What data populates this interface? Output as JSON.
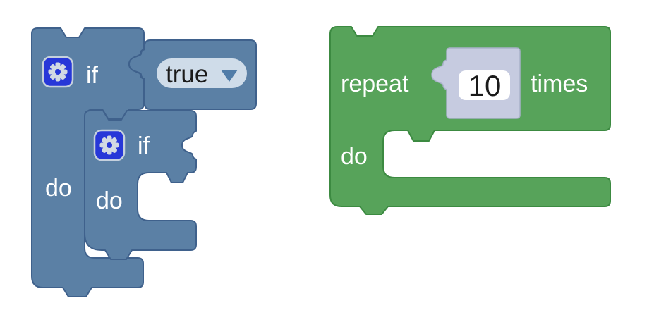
{
  "workspace": {
    "background": "#ffffff"
  },
  "colors": {
    "logic_block_fill": "#5b80a5",
    "logic_block_border": "#3f618c",
    "loop_block_fill": "#57a35a",
    "loop_block_border": "#3c8a41",
    "mutator_icon_fill": "#2737d8",
    "mutator_icon_border": "#c5d0dd",
    "mutator_gear_glyph": "#d2d9e3",
    "dropdown_fill": "#cfdce9",
    "dropdown_text": "#1a1a1a",
    "dropdown_arrow": "#507ca8",
    "shadow_block_fill": "#c6cbe0",
    "shadow_block_border": "#a9b1c9",
    "field_fill": "#ffffff",
    "field_text": "#1a1a1a",
    "label_text": "#ffffff"
  },
  "outer_if_block": {
    "kind": "controls_if",
    "if_label": "if",
    "do_label": "do",
    "mutator_icon": "gear-icon",
    "condition_block": {
      "kind": "logic_boolean",
      "dropdown_value": "true",
      "dropdown_icon": "chevron-down-icon"
    }
  },
  "inner_if_block": {
    "kind": "controls_if",
    "if_label": "if",
    "do_label": "do",
    "mutator_icon": "gear-icon",
    "condition_block": null,
    "nested_statement": null
  },
  "repeat_block": {
    "kind": "controls_repeat",
    "repeat_label": "repeat",
    "count_value": "10",
    "times_label": "times",
    "do_label": "do",
    "nested_statement": null
  }
}
